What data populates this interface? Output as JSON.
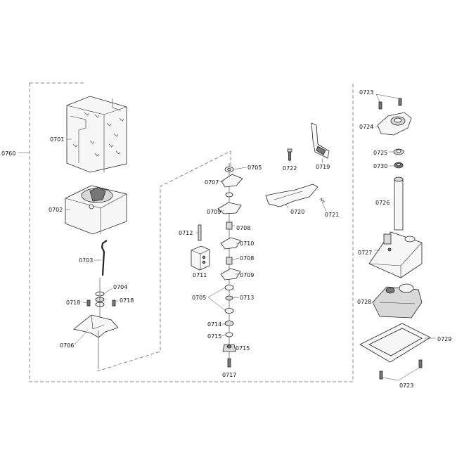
{
  "labels": {
    "p0760": "0760",
    "p0701": "0701",
    "p0702": "0702",
    "p0703": "0703",
    "p0704": "0704",
    "p0718a": "0718",
    "p0718b": "0718",
    "p0706": "0706",
    "p0705": "0705",
    "p0707": "0707",
    "p0709a": "0709",
    "p0708a": "0708",
    "p0710": "0710",
    "p0712": "0712",
    "p0711": "0711",
    "p0708b": "0708",
    "p0709b": "0709",
    "p0705b": "0705",
    "p0713": "0713",
    "p0714": "0714",
    "p0715a": "0715",
    "p0715b": "0715",
    "p0717": "0717",
    "p0722": "0722",
    "p0719": "0719",
    "p0720": "0720",
    "p0721": "0721",
    "p0723a": "0723",
    "p0724": "0724",
    "p0725": "0725",
    "p0730": "0730",
    "p0726": "0726",
    "p0727": "0727",
    "p0728": "0728",
    "p0729": "0729",
    "p0723b": "0723"
  }
}
